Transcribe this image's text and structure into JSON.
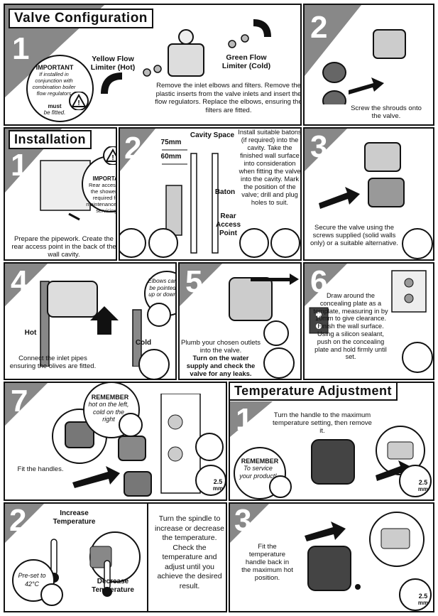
{
  "headers": {
    "valve_config": "Valve Configuration",
    "installation": "Installation",
    "temp_adjust": "Temperature Adjustment"
  },
  "vc1": {
    "num": "1",
    "yellow": "Yellow Flow\nLimiter (Hot)",
    "green": "Green Flow\nLimiter (Cold)",
    "important_title": "IMPORTANT",
    "important_body": "If installed in conjunction with combination boiler flow regulators",
    "must": "must",
    "be_fitted": "be fitted.",
    "instructions": "Remove the inlet elbows and filters. Remove the plastic inserts from the valve inlets and insert the flow regulators. Replace the elbows, ensuring the filters are fitted."
  },
  "vc2": {
    "num": "2",
    "text": "Screw the shrouds onto the valve."
  },
  "in1": {
    "num": "1",
    "important_title": "IMPORTANT",
    "important_body": "Rear access to the shower is required for maintenance and servicing",
    "text": "Prepare the pipework. Create the rear access point in the back of the wall cavity."
  },
  "in2": {
    "num": "2",
    "m75": "75mm",
    "m60": "60mm",
    "cavity": "Cavity Space",
    "baton": "Baton",
    "rear": "Rear\nAccess\nPoint",
    "text": "Install suitable batons (if required) into the cavity. Take the finished wall surface into consideration when fitting the valve into the cavity. Mark the position of the valve; drill and plug holes to suit."
  },
  "in3": {
    "num": "3",
    "text": "Secure the valve using the screws supplied (solid walls only) or a suitable alternative."
  },
  "in4": {
    "num": "4",
    "hot": "Hot",
    "cold": "Cold",
    "bubble": "Elbows can be pointed up or down",
    "text": "Connect the inlet pipes ensuring the olives are fitted."
  },
  "in5": {
    "num": "5",
    "text1": "Plumb your chosen outlets into the valve.",
    "text2": "Turn on the water supply and check the valve for any leaks."
  },
  "in6": {
    "num": "6",
    "text": "Draw around the concealing plate as a template, measuring in by 10mm to give clearance. Finish the wall surface. Using a silicon sealant, push on the concealing plate and hold firmly until set."
  },
  "in7": {
    "num": "7",
    "remember": "REMEMBER",
    "remember_body": "hot on the left, cold on the right",
    "text": "Fit the handles.",
    "size": "2.5",
    "unit": "mm"
  },
  "ta1": {
    "num": "1",
    "text": "Turn the handle to the maximum temperature setting, then remove it.",
    "remember": "REMEMBER",
    "remember_body": "To service your product!",
    "size": "2.5",
    "unit": "mm"
  },
  "ta2": {
    "num": "2",
    "increase": "Increase\nTemperature",
    "decrease": "Decrease\nTemperature",
    "preset": "Pre-set to 42°C",
    "text": "Turn the spindle to increase or decrease the temperature. Check the temperature and adjust until you achieve the desired result."
  },
  "ta3": {
    "num": "3",
    "text": "Fit the temperature handle back in the maximum hot position.",
    "size": "2.5",
    "unit": "mm"
  }
}
